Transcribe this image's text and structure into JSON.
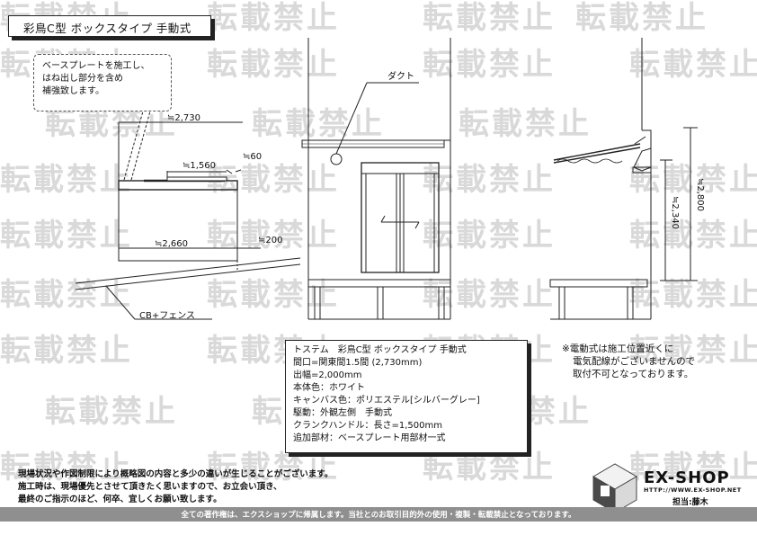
{
  "title": "彩鳥C型 ボックスタイプ 手動式",
  "watermark_text": "転載禁止",
  "callout": {
    "lines": [
      "ベースプレートを施工し、",
      "はね出し部分を含め",
      "補強致します。"
    ]
  },
  "dimensions": {
    "width_top": "≒2,730",
    "inner_width": "≒1,560",
    "gap": "≒60",
    "width_bottom": "≒2,660",
    "height_small": "≒200",
    "height_total": "≒2,800",
    "height_frame": "≒2,340"
  },
  "labels": {
    "duct": "ダクト",
    "fence": "CB+フェンス"
  },
  "spec": {
    "lines": [
      "トステム　彩鳥C型 ボックスタイプ 手動式",
      "間口=関東間1.5間 (2,730mm)",
      "出幅=2,000mm",
      "本体色：ホワイト",
      "キャンバス色：ポリエステル[シルバーグレー]",
      "駆動：外観左側　手動式",
      "クランクハンドル：長さ=1,500mm",
      "追加部材：ベースプレート用部材一式"
    ]
  },
  "note": {
    "lines": [
      "※電動式は施工位置近くに",
      "電気配線がございませんので",
      "取付不可となっております。"
    ]
  },
  "disclaimer": {
    "lines": [
      "現場状況や作図制限により概略図の内容と多少の違いが生じることがございます。",
      "施工時は、現場優先とさせて頂きたく思いますので、お立会い頂き、",
      "最終のご指示のほど、何卒、宜しくお願い致します。"
    ]
  },
  "footer": "全ての著作権は、エクスショップに帰属します。当社とのお取引目的外の使用・複製・転載禁止となっております。",
  "logo": {
    "name": "EX-SHOP",
    "url": "HTTP://WWW.EX-SHOP.NET",
    "person": "担当:藤木"
  },
  "colors": {
    "line": "#222222",
    "watermark": "#d9d9d9",
    "footer_bar": "#8f8f8f"
  }
}
